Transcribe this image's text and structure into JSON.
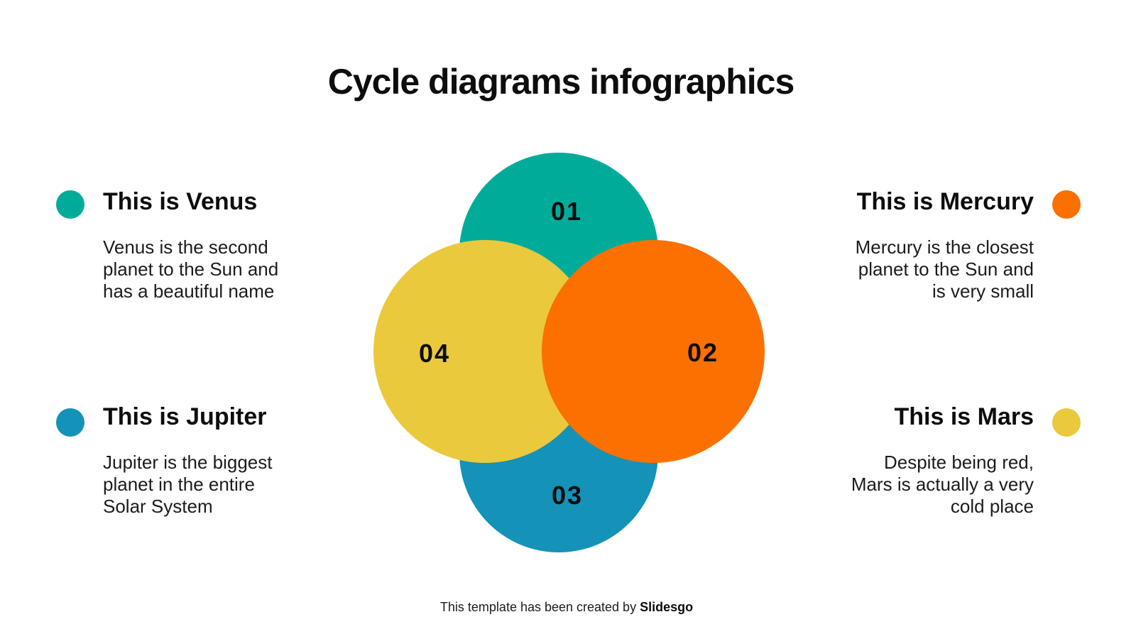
{
  "slide": {
    "title": "Cycle diagrams infographics"
  },
  "palette": {
    "teal": "#00AC99",
    "orange": "#FB7000",
    "blue": "#1592B8",
    "yellow": "#EAC93D"
  },
  "items": [
    {
      "planet": "venus",
      "heading": "This is Venus",
      "lines": [
        "Venus is the second",
        "planet to the Sun and",
        "has a beautiful name"
      ],
      "dot_color": "#00AC99"
    },
    {
      "planet": "mercury",
      "heading": "This is Mercury",
      "lines": [
        "Mercury is the closest",
        "planet to the Sun and",
        "is very small"
      ],
      "dot_color": "#FB7000"
    },
    {
      "planet": "jupiter",
      "heading": "This is Jupiter",
      "lines": [
        "Jupiter is the biggest",
        "planet in the entire",
        "Solar System"
      ],
      "dot_color": "#1592B8"
    },
    {
      "planet": "mars",
      "heading": "This is Mars",
      "lines": [
        "Despite being red,",
        "Mars is actually a very",
        "cold place"
      ],
      "dot_color": "#EAC93D"
    }
  ],
  "diagram": {
    "circles": [
      {
        "label": "01",
        "color": "#00AC99"
      },
      {
        "label": "02",
        "color": "#FB7000"
      },
      {
        "label": "03",
        "color": "#1592B8"
      },
      {
        "label": "04",
        "color": "#EAC93D"
      }
    ]
  },
  "footer": {
    "text": "This template has been created by ",
    "brand": "Slidesgo"
  }
}
